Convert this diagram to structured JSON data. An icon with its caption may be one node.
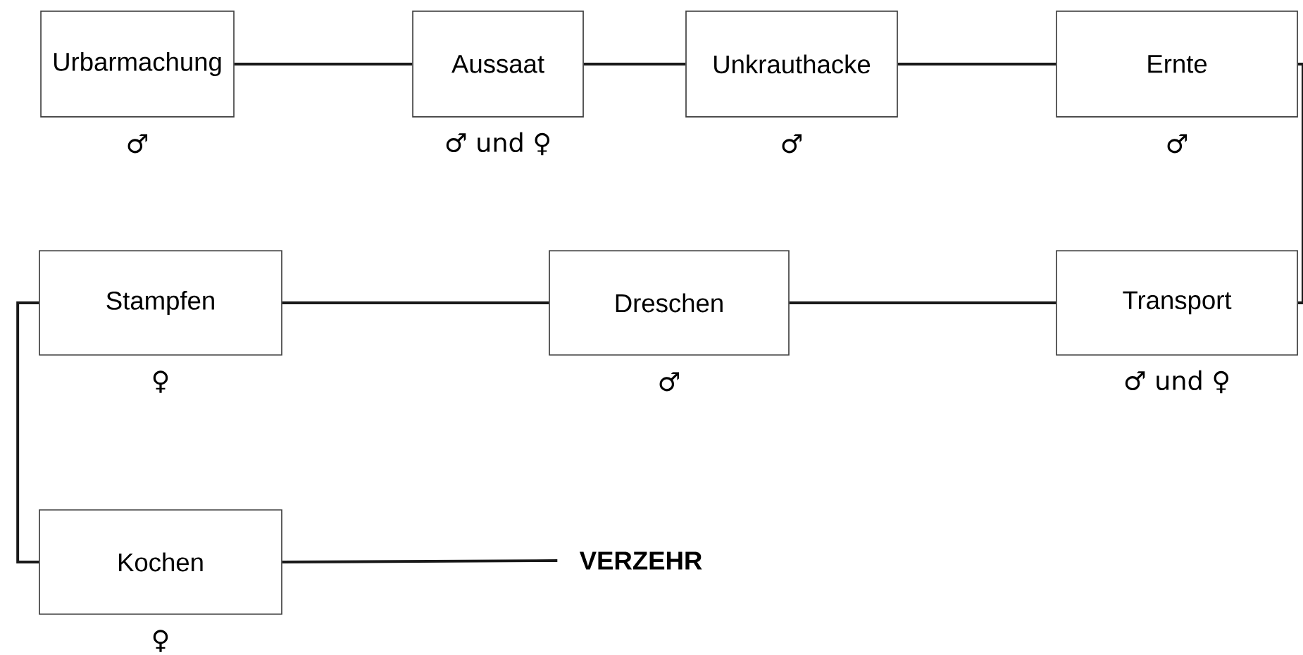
{
  "diagram": {
    "nodes": [
      {
        "text": [
          "Urbarmachung"
        ],
        "beside": [
          "♂"
        ]
      },
      {
        "text": [
          "Aussaat"
        ],
        "beside": [
          "♂ und ♀"
        ]
      },
      {
        "text": [
          "Unkrauthacke"
        ],
        "beside": [
          "♂"
        ]
      },
      {
        "text": [
          "Ernte"
        ],
        "beside": [
          "♂"
        ]
      },
      {
        "text": [
          "Stampfen"
        ],
        "beside": [
          "♀"
        ]
      },
      {
        "text": [
          "Dreschen"
        ],
        "beside": [
          "♂"
        ]
      },
      {
        "text": [
          "Transport"
        ],
        "beside": [
          "♂ und ♀"
        ]
      },
      {
        "text": [
          "Kochen"
        ],
        "beside": [
          "♀"
        ]
      },
      {
        "text": [
          "VERZEHR"
        ]
      }
    ],
    "edges": [
      {
        "from": 0,
        "to": 1,
        "arrow": "none"
      },
      {
        "from": 1,
        "to": 2,
        "arrow": "none"
      },
      {
        "from": 2,
        "to": 3,
        "arrow": "none"
      },
      {
        "from": 3,
        "to": 6,
        "arrow": "none"
      },
      {
        "from": 6,
        "to": 5,
        "arrow": "none"
      },
      {
        "from": 5,
        "to": 4,
        "arrow": "none"
      },
      {
        "from": 4,
        "to": 7,
        "arrow": "none"
      },
      {
        "from": 7,
        "to": 8,
        "arrow": "none"
      }
    ]
  }
}
